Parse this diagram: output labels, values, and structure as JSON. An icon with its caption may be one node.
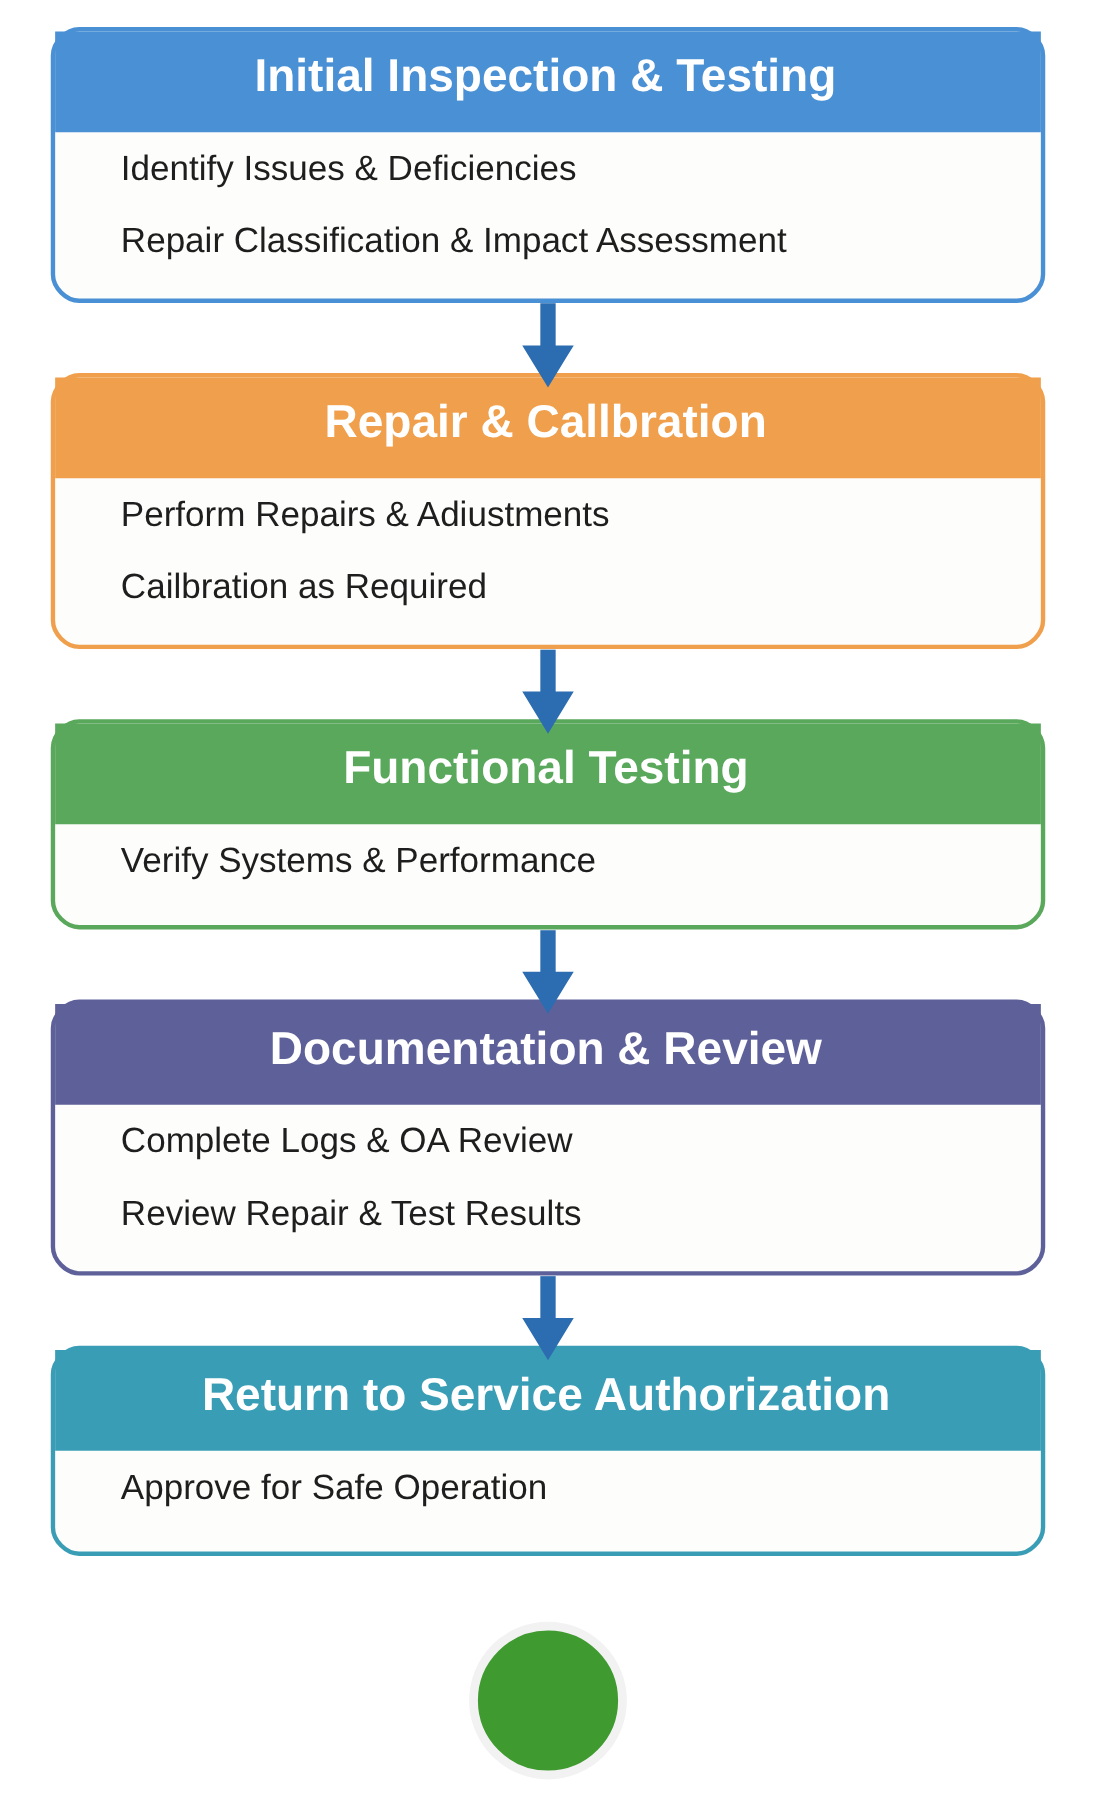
{
  "diagram": {
    "nodes": [
      {
        "text": [
          "Initial Inspection & Testing",
          "Identify Issues & Deficiencies",
          "Repair Classification & Impact Assessment"
        ]
      },
      {
        "text": [
          "Repair & Callbration",
          "Perform Repairs & Adiustments",
          "Cailbration as Required"
        ]
      },
      {
        "text": [
          "Functional Testing",
          "Verify Systems & Performance"
        ]
      },
      {
        "text": [
          "Documentation & Review",
          "Complete Logs & OA Review",
          "Review Repair & Test Results"
        ]
      },
      {
        "text": [
          "Return to Service Authorization",
          "Approve for Safe Operation"
        ]
      },
      {
        "text": [],
        "shape": "circle"
      }
    ],
    "edges": [
      {
        "from": 0,
        "to": 1,
        "arrow": "to"
      },
      {
        "from": 1,
        "to": 2,
        "arrow": "to"
      },
      {
        "from": 2,
        "to": 3,
        "arrow": "to"
      },
      {
        "from": 3,
        "to": 4,
        "arrow": "to"
      }
    ]
  }
}
